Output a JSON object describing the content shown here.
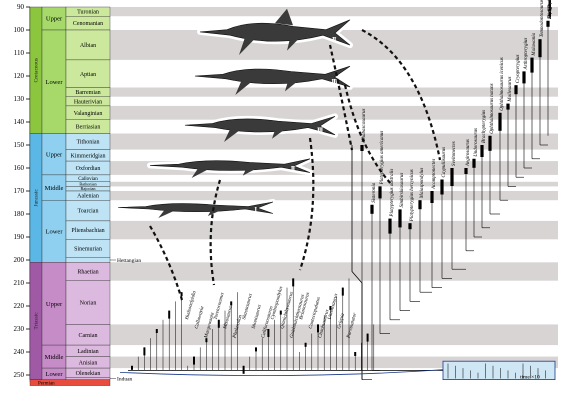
{
  "axis": {
    "ticks": [
      90,
      100,
      110,
      120,
      130,
      140,
      150,
      160,
      170,
      180,
      190,
      200,
      210,
      220,
      230,
      240,
      250
    ],
    "min": 90,
    "max": 253
  },
  "periods": [
    {
      "name": "Cretaceous",
      "start": 90,
      "end": 145,
      "color": "#8cc63f"
    },
    {
      "name": "Jurassic",
      "start": 145,
      "end": 201,
      "color": "#5bb8e6"
    },
    {
      "name": "Triassic",
      "start": 201,
      "end": 252,
      "color": "#a05aa5"
    },
    {
      "name": "Permian",
      "start": 252,
      "end": 253,
      "color": "#e84c3d"
    }
  ],
  "epochs": [
    {
      "name": "Upper",
      "start": 90,
      "end": 100,
      "color": "#a6d96a"
    },
    {
      "name": "Lower",
      "start": 100,
      "end": 145,
      "color": "#a6d96a"
    },
    {
      "name": "Upper",
      "start": 145,
      "end": 163,
      "color": "#8fd0f0"
    },
    {
      "name": "Middle",
      "start": 163,
      "end": 174,
      "color": "#8fd0f0"
    },
    {
      "name": "Lower",
      "start": 174,
      "end": 201,
      "color": "#8fd0f0"
    },
    {
      "name": "Upper",
      "start": 201,
      "end": 237,
      "color": "#c58cc7"
    },
    {
      "name": "Middle",
      "start": 237,
      "end": 247,
      "color": "#c58cc7"
    },
    {
      "name": "Lower",
      "start": 247,
      "end": 252,
      "color": "#c58cc7"
    }
  ],
  "stages": [
    {
      "name": "Turonian",
      "start": 90,
      "end": 94,
      "color": "#cbe89c"
    },
    {
      "name": "Cenomanian",
      "start": 94,
      "end": 100,
      "color": "#cbe89c"
    },
    {
      "name": "Albian",
      "start": 100,
      "end": 113,
      "color": "#cbe89c"
    },
    {
      "name": "Aptian",
      "start": 113,
      "end": 125,
      "color": "#cbe89c"
    },
    {
      "name": "Barremian",
      "start": 125,
      "end": 129,
      "color": "#cbe89c"
    },
    {
      "name": "Hauterivian",
      "start": 129,
      "end": 133,
      "color": "#cbe89c"
    },
    {
      "name": "Valanginian",
      "start": 133,
      "end": 139,
      "color": "#cbe89c"
    },
    {
      "name": "Berriasian",
      "start": 139,
      "end": 145,
      "color": "#cbe89c"
    },
    {
      "name": "Tithonian",
      "start": 145,
      "end": 152,
      "color": "#bde3f5"
    },
    {
      "name": "Kimmeridgian",
      "start": 152,
      "end": 157,
      "color": "#bde3f5"
    },
    {
      "name": "Oxfordian",
      "start": 157,
      "end": 163,
      "color": "#bde3f5"
    },
    {
      "name": "Callovian",
      "start": 163,
      "end": 166,
      "color": "#bde3f5"
    },
    {
      "name": "Bathonian",
      "start": 166,
      "end": 168,
      "color": "#bde3f5"
    },
    {
      "name": "Bajocian",
      "start": 168,
      "end": 170,
      "color": "#bde3f5"
    },
    {
      "name": "Aalenian",
      "start": 170,
      "end": 174,
      "color": "#bde3f5"
    },
    {
      "name": "Toarcian",
      "start": 174,
      "end": 183,
      "color": "#bde3f5"
    },
    {
      "name": "Pliensbachian",
      "start": 183,
      "end": 191,
      "color": "#bde3f5"
    },
    {
      "name": "Sinemurian",
      "start": 191,
      "end": 199,
      "color": "#bde3f5"
    },
    {
      "name": "Rhaetian",
      "start": 201,
      "end": 209,
      "color": "#dcb9de"
    },
    {
      "name": "Norian",
      "start": 209,
      "end": 228,
      "color": "#dcb9de"
    },
    {
      "name": "Carnian",
      "start": 228,
      "end": 237,
      "color": "#dcb9de"
    },
    {
      "name": "Ladinian",
      "start": 237,
      "end": 242,
      "color": "#dcb9de"
    },
    {
      "name": "Anisian",
      "start": 242,
      "end": 247,
      "color": "#dcb9de"
    },
    {
      "name": "Olenekian",
      "start": 247,
      "end": 251,
      "color": "#dcb9de"
    }
  ],
  "outside_labels": {
    "hettangian": "Hettangian",
    "induan": "Induan"
  },
  "silhouettes": [
    "II",
    "III",
    "III",
    "II",
    "I"
  ],
  "inset_label": "time ×10",
  "taxa": {
    "crown": [
      "Athabascasaurus",
      "Sisteronia",
      "Platypterygius americanus",
      "Platypterygius australis",
      "Simbirskiasaurus",
      "Platypterygius hercynicus",
      "Maiaspondylus",
      "Acamptonectes",
      "Caypullisaurus",
      "Sveltonectes",
      "Aegirosaurus",
      "Undorosaurus",
      "Brachypterygius",
      "Ophthalmosaurus natans",
      "Ophthalmosaurus icenicus",
      "Mollesaurus",
      "Cryopterygius",
      "Arthropterygius",
      "Malawania",
      "Temnodontosaurus",
      "Eurhinosaurus",
      "Excalibosaurus",
      "Stenopterygius",
      "Leptonectes",
      "Hauffiopteryx",
      "Ichthyosaurus",
      "Suevoleviathan"
    ],
    "stem": [
      "Hudsonelpidia",
      "Callawayia",
      "Macgowania",
      "Toretocnemus",
      "Mixosaurus",
      "Phalarodon",
      "Shastasaurus",
      "Shonisaurus",
      "Californosaurus",
      "Cymbospondylus",
      "Qianichthyosaurus",
      "Guizhouichthyosaurus",
      "Besanosaurus",
      "Contectopalatus",
      "Chaohusaurus",
      "Utatsusaurus",
      "Grippia",
      "Parvinatator"
    ]
  }
}
